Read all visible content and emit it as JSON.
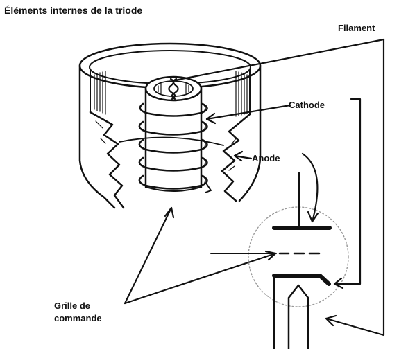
{
  "title": "Éléments internes de la triode",
  "labels": {
    "filament": "Filament",
    "cathode": "Cathode",
    "anode": "Anode",
    "grille_line1": "Grille de",
    "grille_line2": "commande"
  },
  "colors": {
    "ink": "#111111",
    "background": "#ffffff",
    "shading": "#999999"
  }
}
